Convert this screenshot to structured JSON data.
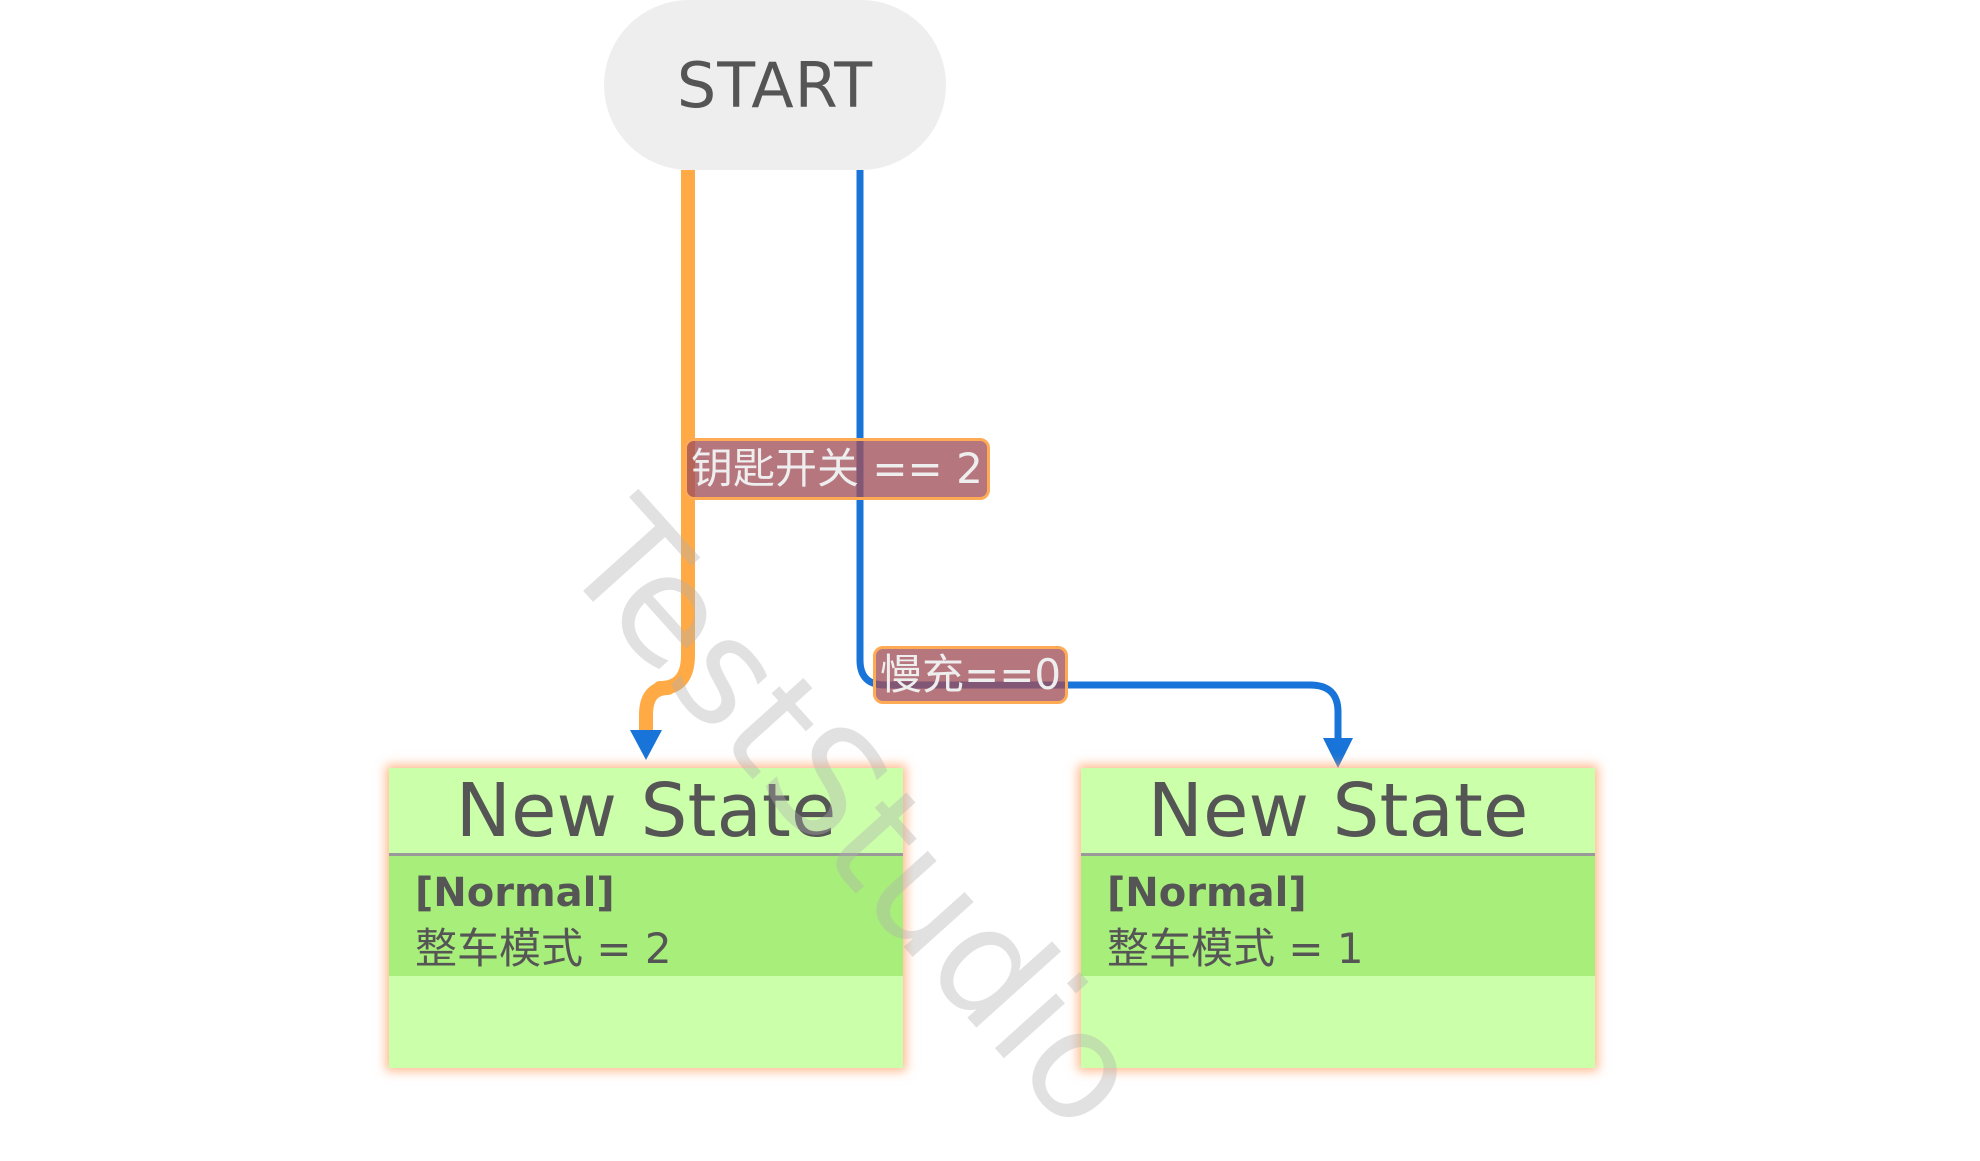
{
  "start_node": {
    "label": "START"
  },
  "states": [
    {
      "title": "New State",
      "mode": "[Normal]",
      "action": "整车模式 = 2"
    },
    {
      "title": "New State",
      "mode": "[Normal]",
      "action": "整车模式 = 1"
    }
  ],
  "transitions": [
    {
      "condition": "钥匙开关 == 2",
      "color": "#ffaa44"
    },
    {
      "condition": "慢充==0",
      "color": "#1874d8"
    }
  ],
  "watermark": "TestStudio",
  "colors": {
    "state_fill": "#ccffaa",
    "state_body": "#a8ee7a",
    "start_fill": "#eeeeee",
    "label_fill": "#a0505a",
    "label_border": "#ffaa55"
  }
}
